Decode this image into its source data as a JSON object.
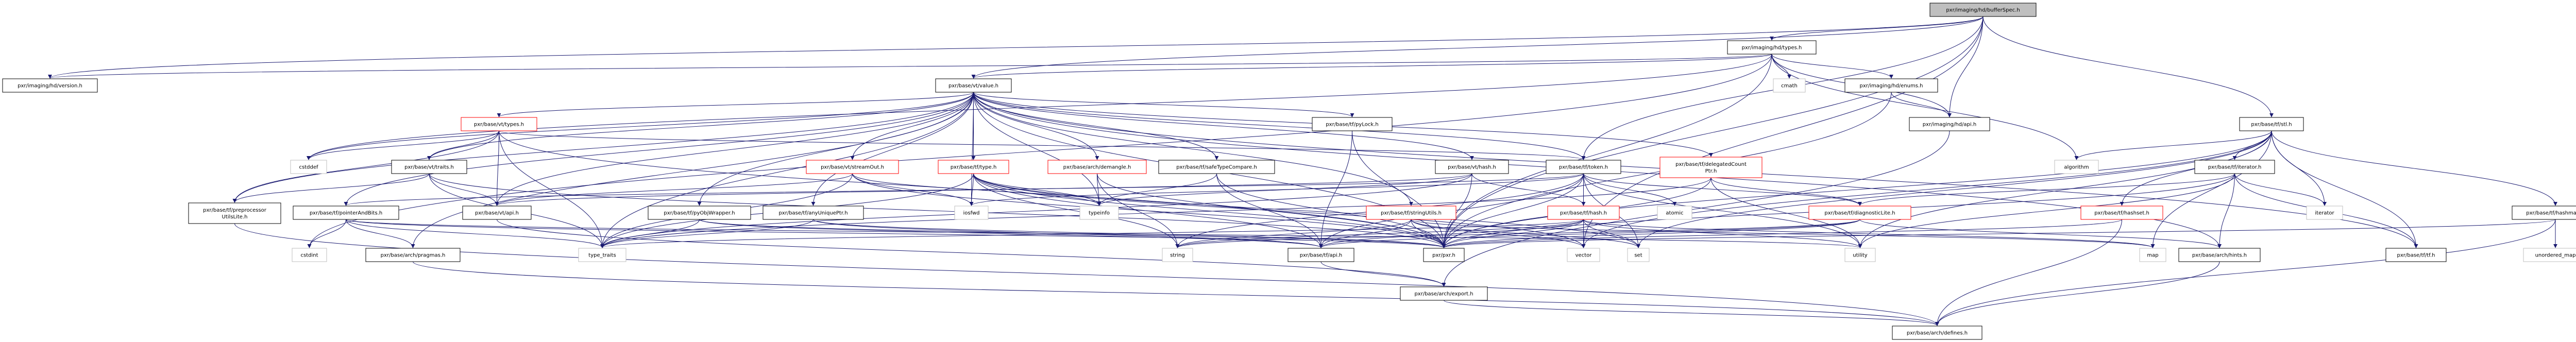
{
  "graph": {
    "colors": {
      "edge": "#191970",
      "documented_border": "#000000",
      "truncated_border": "#ff0000",
      "external_border": "#bfbfbf",
      "root_fill": "#bfbfbf",
      "node_fill": "#ffffff"
    },
    "nodes": [
      {
        "id": "bufferSpec",
        "lines": [
          "pxr/imaging/hd/bufferSpec.h"
        ],
        "kind": "root"
      },
      {
        "id": "version",
        "lines": [
          "pxr/imaging/hd/version.h"
        ],
        "kind": "documented"
      },
      {
        "id": "hdtypes",
        "lines": [
          "pxr/imaging/hd/types.h"
        ],
        "kind": "documented"
      },
      {
        "id": "value",
        "lines": [
          "pxr/base/vt/value.h"
        ],
        "kind": "documented"
      },
      {
        "id": "enums",
        "lines": [
          "pxr/imaging/hd/enums.h"
        ],
        "kind": "documented"
      },
      {
        "id": "cmath",
        "lines": [
          "cmath"
        ],
        "kind": "external"
      },
      {
        "id": "vttypes",
        "lines": [
          "pxr/base/vt/types.h"
        ],
        "kind": "truncated"
      },
      {
        "id": "pyLock",
        "lines": [
          "pxr/base/tf/pyLock.h"
        ],
        "kind": "documented"
      },
      {
        "id": "hdapi",
        "lines": [
          "pxr/imaging/hd/api.h"
        ],
        "kind": "documented"
      },
      {
        "id": "stl",
        "lines": [
          "pxr/base/tf/stl.h"
        ],
        "kind": "documented"
      },
      {
        "id": "traits",
        "lines": [
          "pxr/base/vt/traits.h"
        ],
        "kind": "documented"
      },
      {
        "id": "streamOut",
        "lines": [
          "pxr/base/vt/streamOut.h"
        ],
        "kind": "truncated"
      },
      {
        "id": "tftype",
        "lines": [
          "pxr/base/tf/type.h"
        ],
        "kind": "truncated"
      },
      {
        "id": "demangle",
        "lines": [
          "pxr/base/arch/demangle.h"
        ],
        "kind": "truncated"
      },
      {
        "id": "safeTypeCompare",
        "lines": [
          "pxr/base/tf/safeTypeCompare.h"
        ],
        "kind": "documented"
      },
      {
        "id": "vthash",
        "lines": [
          "pxr/base/vt/hash.h"
        ],
        "kind": "documented"
      },
      {
        "id": "token",
        "lines": [
          "pxr/base/tf/token.h"
        ],
        "kind": "documented"
      },
      {
        "id": "delegated",
        "lines": [
          "pxr/base/tf/delegatedCount",
          "Ptr.h"
        ],
        "kind": "truncated"
      },
      {
        "id": "algorithm",
        "lines": [
          "algorithm"
        ],
        "kind": "external"
      },
      {
        "id": "iteratorh",
        "lines": [
          "pxr/base/tf/iterator.h"
        ],
        "kind": "documented"
      },
      {
        "id": "cstddef",
        "lines": [
          "cstddef"
        ],
        "kind": "external"
      },
      {
        "id": "preproc",
        "lines": [
          "pxr/base/tf/preprocessor",
          "UtilsLite.h"
        ],
        "kind": "documented"
      },
      {
        "id": "pointerAndBits",
        "lines": [
          "pxr/base/tf/pointerAndBits.h"
        ],
        "kind": "documented"
      },
      {
        "id": "vtapi",
        "lines": [
          "pxr/base/vt/api.h"
        ],
        "kind": "documented"
      },
      {
        "id": "pyObjWrapper",
        "lines": [
          "pxr/base/tf/pyObjWrapper.h"
        ],
        "kind": "documented"
      },
      {
        "id": "anyUniquePtr",
        "lines": [
          "pxr/base/tf/anyUniquePtr.h"
        ],
        "kind": "documented"
      },
      {
        "id": "iosfwd",
        "lines": [
          "iosfwd"
        ],
        "kind": "external"
      },
      {
        "id": "typeinfo",
        "lines": [
          "typeinfo"
        ],
        "kind": "external"
      },
      {
        "id": "stringUtils",
        "lines": [
          "pxr/base/tf/stringUtils.h"
        ],
        "kind": "truncated"
      },
      {
        "id": "tfhash",
        "lines": [
          "pxr/base/tf/hash.h"
        ],
        "kind": "truncated"
      },
      {
        "id": "atomic",
        "lines": [
          "atomic"
        ],
        "kind": "external"
      },
      {
        "id": "diagnosticLite",
        "lines": [
          "pxr/base/tf/diagnosticLite.h"
        ],
        "kind": "truncated"
      },
      {
        "id": "hashset",
        "lines": [
          "pxr/base/tf/hashset.h"
        ],
        "kind": "truncated"
      },
      {
        "id": "iterator",
        "lines": [
          "iterator"
        ],
        "kind": "external"
      },
      {
        "id": "hashmap",
        "lines": [
          "pxr/base/tf/hashmap.h"
        ],
        "kind": "documented"
      },
      {
        "id": "cstdint",
        "lines": [
          "cstdint"
        ],
        "kind": "external"
      },
      {
        "id": "pragmas",
        "lines": [
          "pxr/base/arch/pragmas.h"
        ],
        "kind": "documented"
      },
      {
        "id": "type_traits",
        "lines": [
          "type_traits"
        ],
        "kind": "external"
      },
      {
        "id": "string",
        "lines": [
          "string"
        ],
        "kind": "external"
      },
      {
        "id": "tfapi",
        "lines": [
          "pxr/base/tf/api.h"
        ],
        "kind": "documented"
      },
      {
        "id": "pxr",
        "lines": [
          "pxr/pxr.h"
        ],
        "kind": "documented"
      },
      {
        "id": "vector",
        "lines": [
          "vector"
        ],
        "kind": "external"
      },
      {
        "id": "set",
        "lines": [
          "set"
        ],
        "kind": "external"
      },
      {
        "id": "utility",
        "lines": [
          "utility"
        ],
        "kind": "external"
      },
      {
        "id": "map",
        "lines": [
          "map"
        ],
        "kind": "external"
      },
      {
        "id": "hints",
        "lines": [
          "pxr/base/arch/hints.h"
        ],
        "kind": "documented"
      },
      {
        "id": "tf",
        "lines": [
          "pxr/base/tf/tf.h"
        ],
        "kind": "documented"
      },
      {
        "id": "unordered_map",
        "lines": [
          "unordered_map"
        ],
        "kind": "external"
      },
      {
        "id": "export",
        "lines": [
          "pxr/base/arch/export.h"
        ],
        "kind": "documented"
      },
      {
        "id": "defines",
        "lines": [
          "pxr/base/arch/defines.h"
        ],
        "kind": "documented"
      }
    ],
    "edges": [
      [
        "bufferSpec",
        "version"
      ],
      [
        "bufferSpec",
        "hdapi"
      ],
      [
        "bufferSpec",
        "hdtypes"
      ],
      [
        "bufferSpec",
        "token"
      ],
      [
        "bufferSpec",
        "stl"
      ],
      [
        "bufferSpec",
        "value"
      ],
      [
        "bufferSpec",
        "pxr"
      ],
      [
        "bufferSpec",
        "vector"
      ],
      [
        "hdtypes",
        "version"
      ],
      [
        "hdtypes",
        "hdapi"
      ],
      [
        "hdtypes",
        "enums"
      ],
      [
        "hdtypes",
        "value"
      ],
      [
        "hdtypes",
        "cmath"
      ],
      [
        "hdtypes",
        "algorithm"
      ],
      [
        "hdtypes",
        "cstddef"
      ],
      [
        "hdtypes",
        "cstdint"
      ],
      [
        "hdtypes",
        "pxr"
      ],
      [
        "enums",
        "hdapi"
      ],
      [
        "enums",
        "pxr"
      ],
      [
        "hdapi",
        "export"
      ],
      [
        "value",
        "demangle"
      ],
      [
        "value",
        "hints"
      ],
      [
        "value",
        "pragmas"
      ],
      [
        "value",
        "anyUniquePtr"
      ],
      [
        "value",
        "pointerAndBits"
      ],
      [
        "value",
        "preproc"
      ],
      [
        "value",
        "pyLock"
      ],
      [
        "value",
        "pyObjWrapper"
      ],
      [
        "value",
        "safeTypeCompare"
      ],
      [
        "value",
        "stringUtils"
      ],
      [
        "value",
        "tf"
      ],
      [
        "value",
        "tftype"
      ],
      [
        "value",
        "vtapi"
      ],
      [
        "value",
        "vthash"
      ],
      [
        "value",
        "streamOut"
      ],
      [
        "value",
        "traits"
      ],
      [
        "value",
        "vttypes"
      ],
      [
        "value",
        "iosfwd"
      ],
      [
        "value",
        "typeinfo"
      ],
      [
        "value",
        "type_traits"
      ],
      [
        "value",
        "cstddef"
      ],
      [
        "value",
        "delegated"
      ],
      [
        "value",
        "pxr"
      ],
      [
        "value",
        "token"
      ],
      [
        "vttypes",
        "vtapi"
      ],
      [
        "vttypes",
        "traits"
      ],
      [
        "vttypes",
        "pxr"
      ],
      [
        "vttypes",
        "token"
      ],
      [
        "vttypes",
        "cstddef"
      ],
      [
        "vttypes",
        "type_traits"
      ],
      [
        "vttypes",
        "preproc"
      ],
      [
        "traits",
        "vtapi"
      ],
      [
        "traits",
        "preproc"
      ],
      [
        "traits",
        "type_traits"
      ],
      [
        "traits",
        "pxr"
      ],
      [
        "streamOut",
        "vtapi"
      ],
      [
        "streamOut",
        "pxr"
      ],
      [
        "streamOut",
        "iosfwd"
      ],
      [
        "streamOut",
        "typeinfo"
      ],
      [
        "streamOut",
        "type_traits"
      ],
      [
        "tftype",
        "tfapi"
      ],
      [
        "tftype",
        "pxr"
      ],
      [
        "tftype",
        "iosfwd"
      ],
      [
        "tftype",
        "typeinfo"
      ],
      [
        "tftype",
        "set"
      ],
      [
        "tftype",
        "vector"
      ],
      [
        "tftype",
        "string"
      ],
      [
        "tftype",
        "type_traits"
      ],
      [
        "demangle",
        "typeinfo"
      ],
      [
        "demangle",
        "string"
      ],
      [
        "demangle",
        "pxr"
      ],
      [
        "safeTypeCompare",
        "typeinfo"
      ],
      [
        "safeTypeCompare",
        "tfapi"
      ],
      [
        "safeTypeCompare",
        "pxr"
      ],
      [
        "pyLock",
        "tfapi"
      ],
      [
        "pyLock",
        "pxr"
      ],
      [
        "vthash",
        "pxr"
      ],
      [
        "vthash",
        "tfhash"
      ],
      [
        "vthash",
        "vtapi"
      ],
      [
        "vthash",
        "typeinfo"
      ],
      [
        "vthash",
        "type_traits"
      ],
      [
        "token",
        "tfapi"
      ],
      [
        "token",
        "tfhash"
      ],
      [
        "token",
        "diagnosticLite"
      ],
      [
        "token",
        "pointerAndBits"
      ],
      [
        "token",
        "atomic"
      ],
      [
        "token",
        "pxr"
      ],
      [
        "token",
        "set"
      ],
      [
        "token",
        "vector"
      ],
      [
        "token",
        "string"
      ],
      [
        "token",
        "iosfwd"
      ],
      [
        "token",
        "utility"
      ],
      [
        "delegated",
        "diagnosticLite"
      ],
      [
        "delegated",
        "type_traits"
      ],
      [
        "delegated",
        "utility"
      ],
      [
        "delegated",
        "pxr"
      ],
      [
        "pointerAndBits",
        "pxr"
      ],
      [
        "pointerAndBits",
        "pragmas"
      ],
      [
        "pointerAndBits",
        "cstdint"
      ],
      [
        "pointerAndBits",
        "type_traits"
      ],
      [
        "pointerAndBits",
        "utility"
      ],
      [
        "pyObjWrapper",
        "tfapi"
      ],
      [
        "pyObjWrapper",
        "type_traits"
      ],
      [
        "pyObjWrapper",
        "pxr"
      ],
      [
        "anyUniquePtr",
        "tfapi"
      ],
      [
        "anyUniquePtr",
        "type_traits"
      ],
      [
        "anyUniquePtr",
        "pxr"
      ],
      [
        "stringUtils",
        "tfapi"
      ],
      [
        "stringUtils",
        "pxr"
      ],
      [
        "stringUtils",
        "vector"
      ],
      [
        "stringUtils",
        "set"
      ],
      [
        "stringUtils",
        "string"
      ],
      [
        "stringUtils",
        "map"
      ],
      [
        "tfhash",
        "tfapi"
      ],
      [
        "tfhash",
        "pxr"
      ],
      [
        "tfhash",
        "vector"
      ],
      [
        "tfhash",
        "set"
      ],
      [
        "tfhash",
        "string"
      ],
      [
        "tfhash",
        "utility"
      ],
      [
        "tfhash",
        "map"
      ],
      [
        "tfhash",
        "type_traits"
      ],
      [
        "diagnosticLite",
        "tfapi"
      ],
      [
        "diagnosticLite",
        "pxr"
      ],
      [
        "diagnosticLite",
        "hints"
      ],
      [
        "diagnosticLite",
        "string"
      ],
      [
        "stl",
        "tf"
      ],
      [
        "stl",
        "iteratorh"
      ],
      [
        "stl",
        "hashmap"
      ],
      [
        "stl",
        "hashset"
      ],
      [
        "stl",
        "algorithm"
      ],
      [
        "stl",
        "iterator"
      ],
      [
        "stl",
        "map"
      ],
      [
        "stl",
        "set"
      ],
      [
        "stl",
        "utility"
      ],
      [
        "stl",
        "vector"
      ],
      [
        "stl",
        "pxr"
      ],
      [
        "iteratorh",
        "diagnosticLite"
      ],
      [
        "iteratorh",
        "iterator"
      ],
      [
        "iteratorh",
        "pxr"
      ],
      [
        "iteratorh",
        "hints"
      ],
      [
        "iteratorh",
        "utility"
      ],
      [
        "iteratorh",
        "tf"
      ],
      [
        "hashset",
        "pxr"
      ],
      [
        "hashset",
        "defines"
      ],
      [
        "hashmap",
        "unordered_map"
      ],
      [
        "hashmap",
        "defines"
      ],
      [
        "hashmap",
        "pxr"
      ],
      [
        "tfapi",
        "export"
      ],
      [
        "vtapi",
        "export"
      ],
      [
        "export",
        "defines"
      ],
      [
        "pragmas",
        "defines"
      ],
      [
        "hints",
        "defines"
      ],
      [
        "preproc",
        "defines"
      ]
    ]
  }
}
